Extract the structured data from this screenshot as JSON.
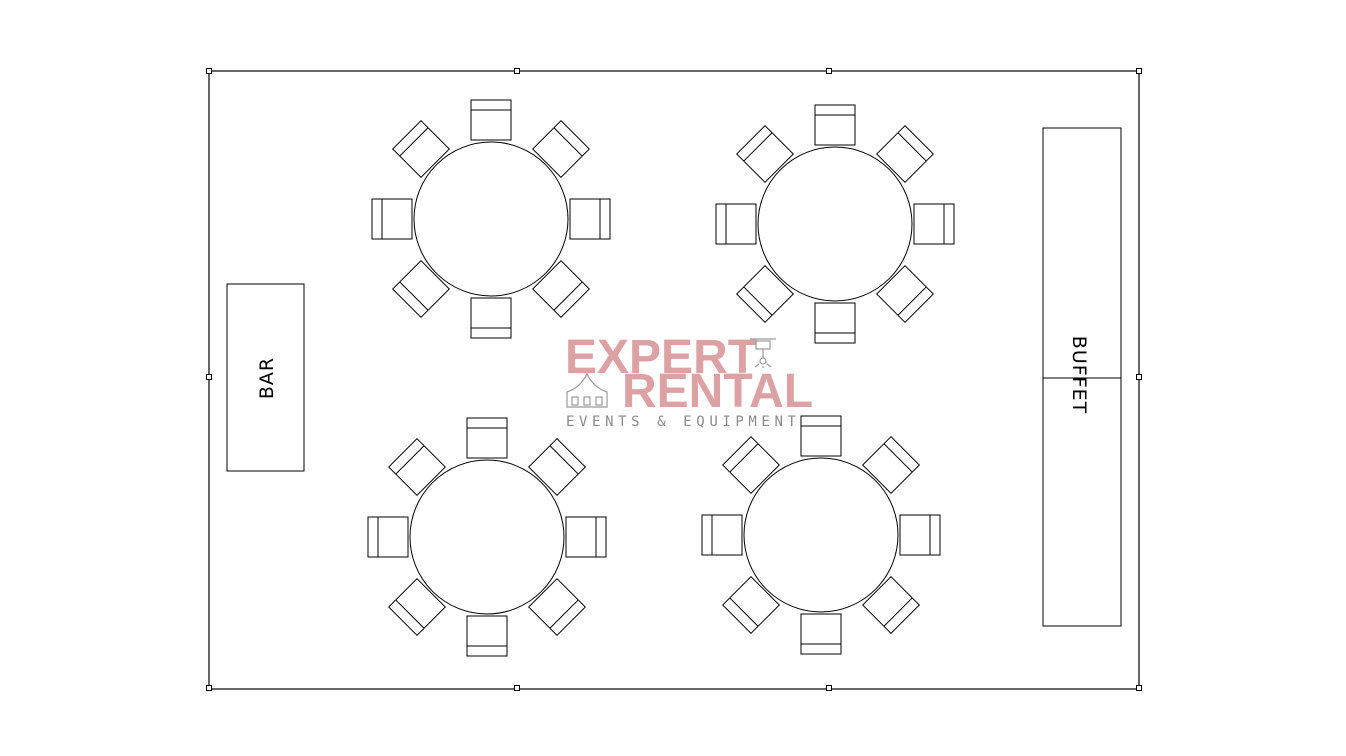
{
  "floorplan": {
    "bar_label": "BAR",
    "buffet_label": "BUFFET",
    "table_count": 4,
    "chairs_per_table": 8
  },
  "watermark": {
    "line1": "EXPERT",
    "line2": "RENTAL",
    "tagline": "EVENTS & EQUIPMENT",
    "color": "#dca1a3"
  }
}
